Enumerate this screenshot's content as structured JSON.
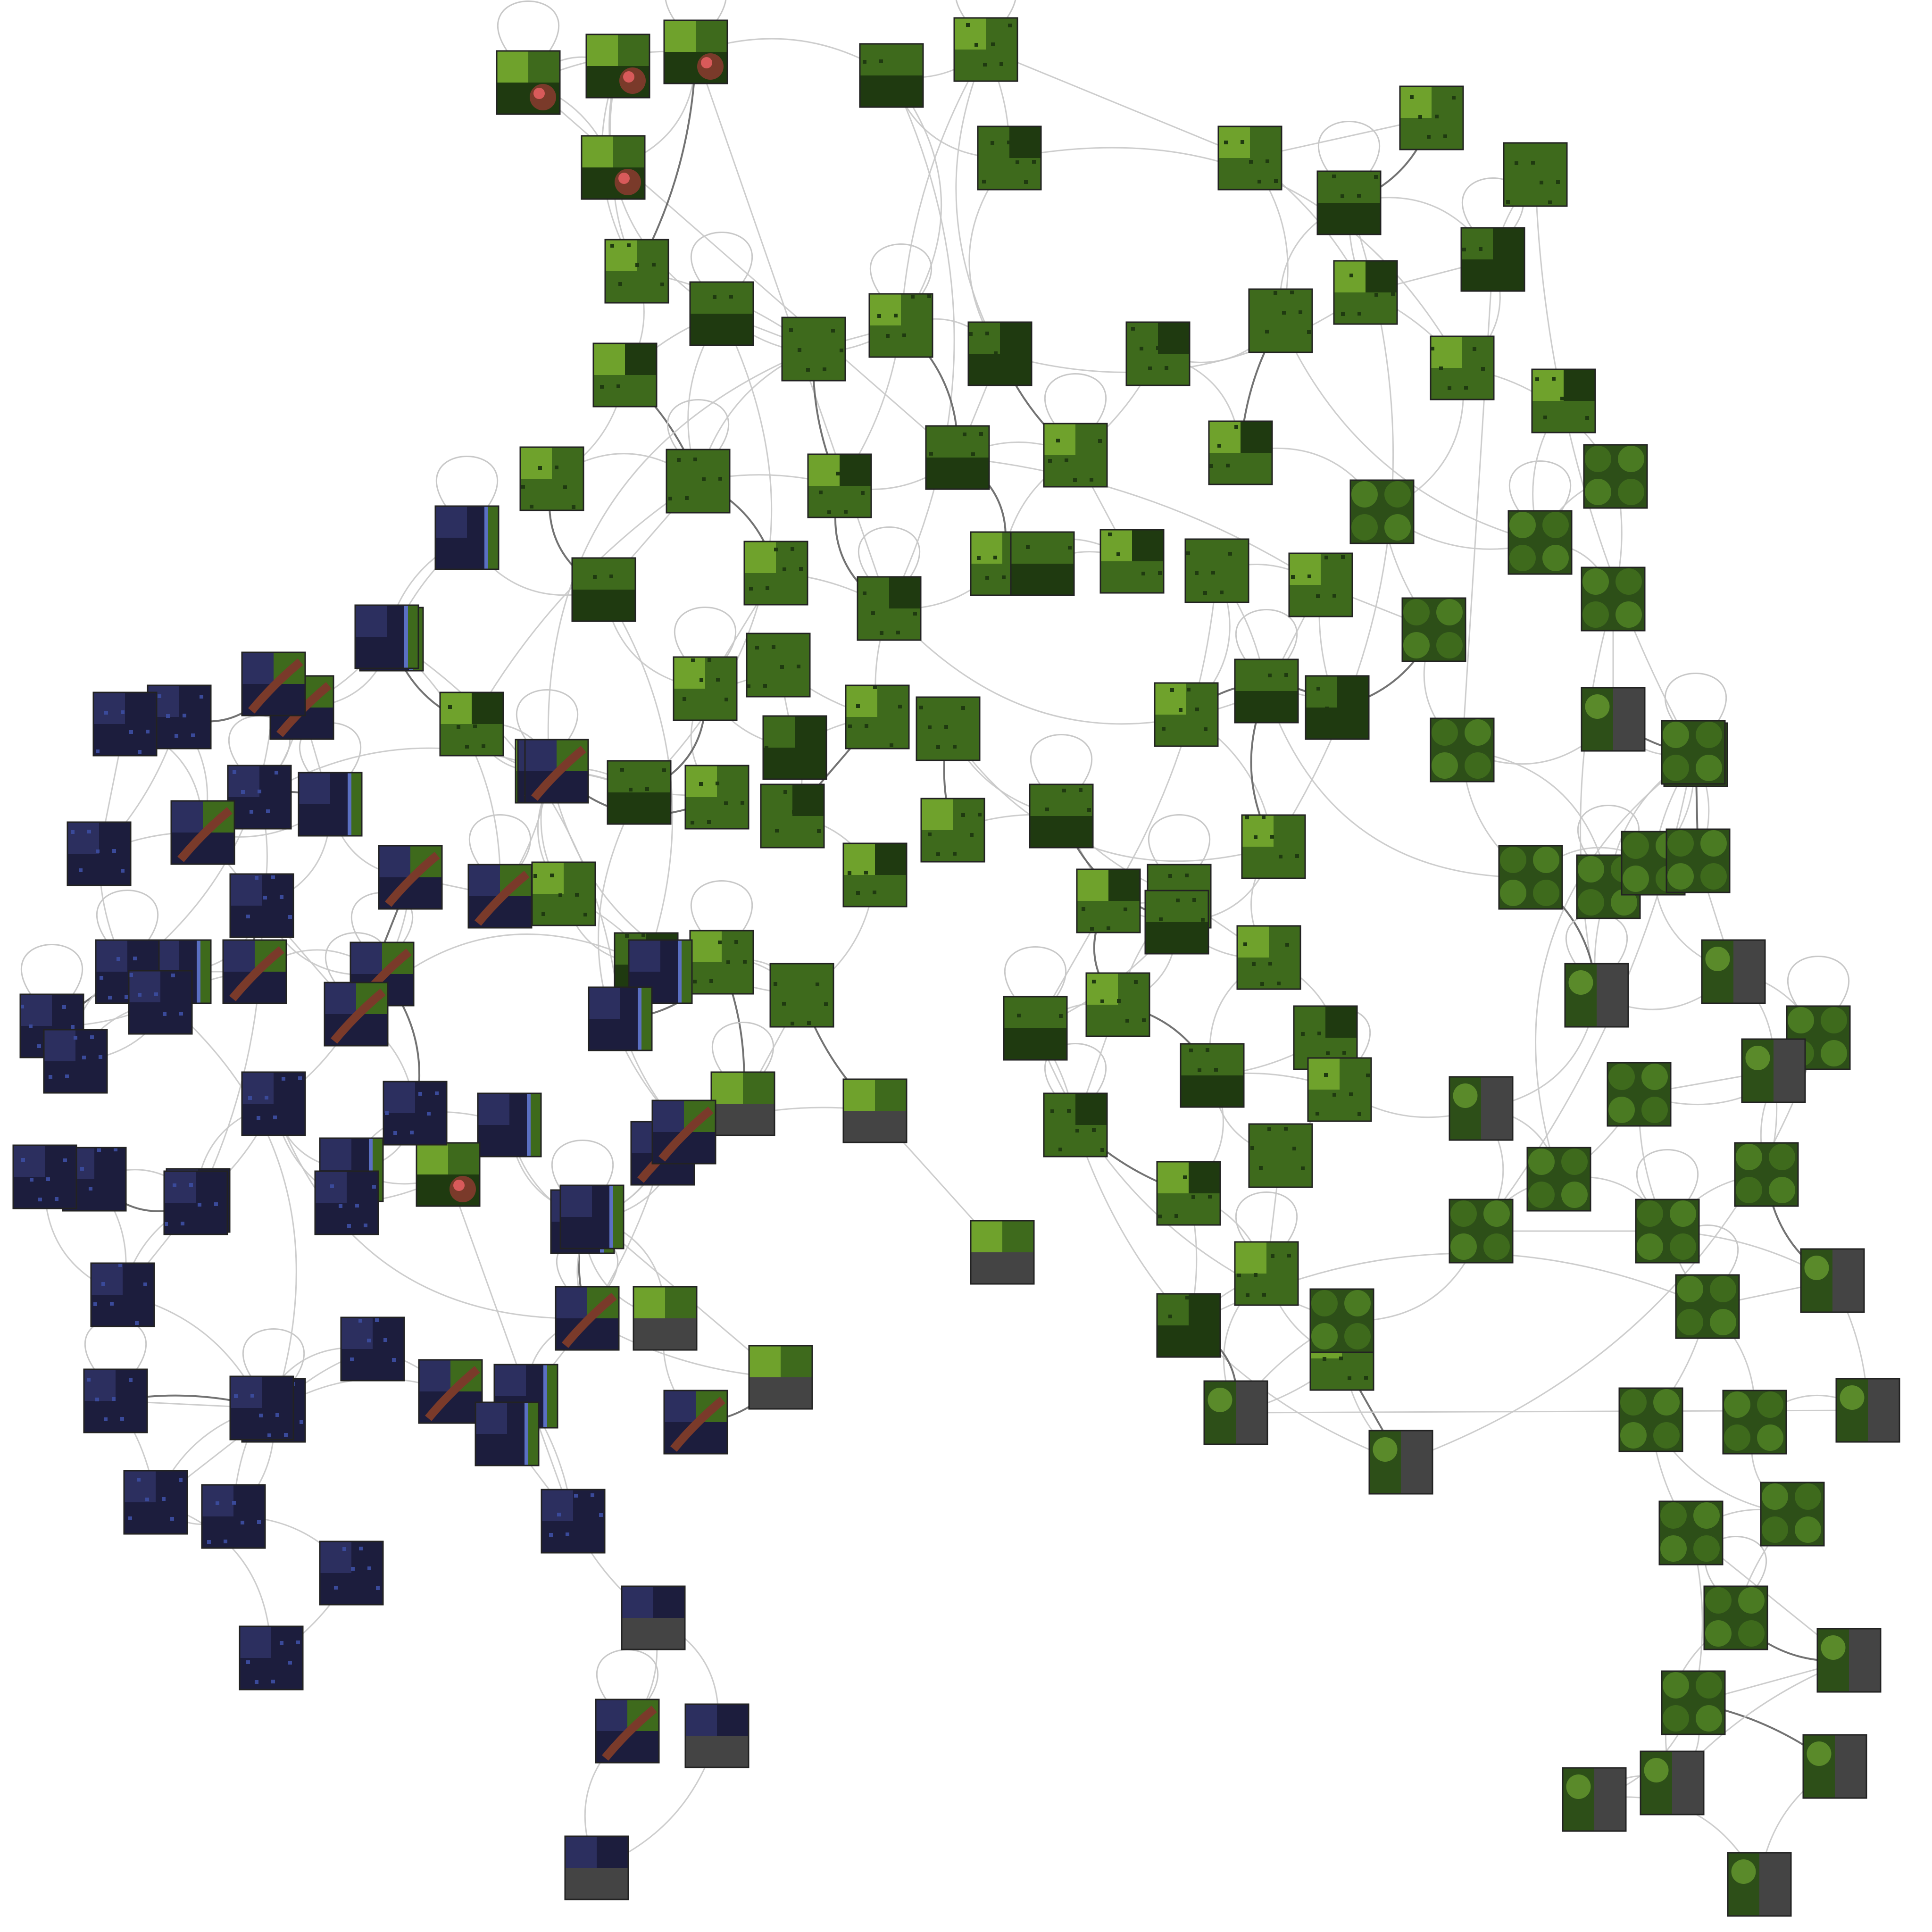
{
  "palette": {
    "edge_light": "#c8c8c8",
    "edge_dark": "#5a5a5a",
    "tile_border": "#222222",
    "grass_light": "#6fa22c",
    "grass_mid": "#3e6a1c",
    "grass_dark": "#1f3a10",
    "forest_dark": "#2d4f18",
    "water": "#2c2f5f",
    "water_deep": "#1c1d3d",
    "shore": "#5a6fc2",
    "rock": "#7a3a2a",
    "rock_hi": "#d85a5a",
    "void": "#444444"
  },
  "tile_kinds": [
    "grass",
    "grass-forest",
    "forest-tree",
    "tree-void",
    "water",
    "water-grass",
    "water-rock",
    "grass-void",
    "water-void",
    "rock"
  ],
  "legend": {}
}
